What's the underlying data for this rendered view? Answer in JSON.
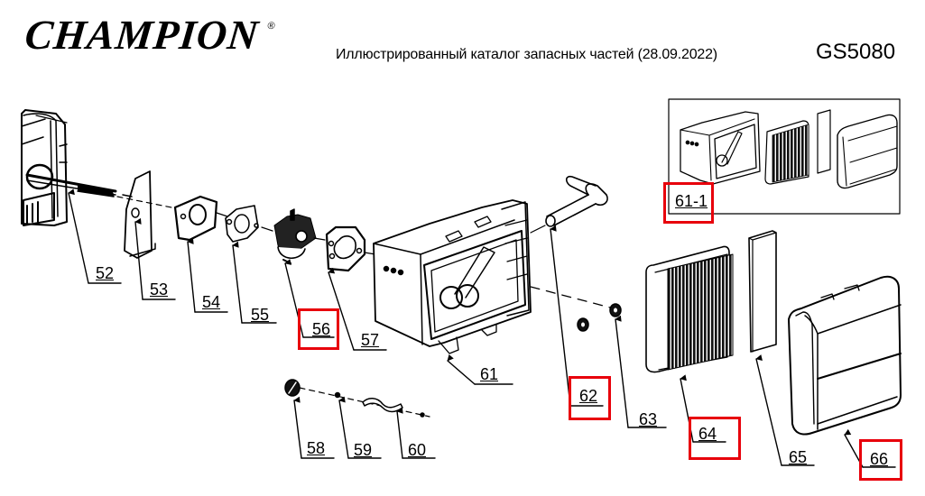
{
  "header": {
    "brand": "CHAMPION",
    "brand_mark": "®",
    "catalog_title": "Иллюстрированный каталог запасных частей (28.09.2022)",
    "model": "GS5080"
  },
  "diagram": {
    "highlight_color": "#e8000b",
    "inset_label": "61-1",
    "callouts": [
      {
        "id": "52",
        "label": "52",
        "highlighted": false
      },
      {
        "id": "53",
        "label": "53",
        "highlighted": false
      },
      {
        "id": "54",
        "label": "54",
        "highlighted": false
      },
      {
        "id": "55",
        "label": "55",
        "highlighted": false
      },
      {
        "id": "56",
        "label": "56",
        "highlighted": true
      },
      {
        "id": "57",
        "label": "57",
        "highlighted": false
      },
      {
        "id": "58",
        "label": "58",
        "highlighted": false
      },
      {
        "id": "59",
        "label": "59",
        "highlighted": false
      },
      {
        "id": "60",
        "label": "60",
        "highlighted": false
      },
      {
        "id": "61",
        "label": "61",
        "highlighted": false
      },
      {
        "id": "61-1",
        "label": "61-1",
        "highlighted": true
      },
      {
        "id": "62",
        "label": "62",
        "highlighted": true
      },
      {
        "id": "63",
        "label": "63",
        "highlighted": false
      },
      {
        "id": "64",
        "label": "64",
        "highlighted": true
      },
      {
        "id": "65",
        "label": "65",
        "highlighted": false
      },
      {
        "id": "66",
        "label": "66",
        "highlighted": true
      }
    ]
  }
}
